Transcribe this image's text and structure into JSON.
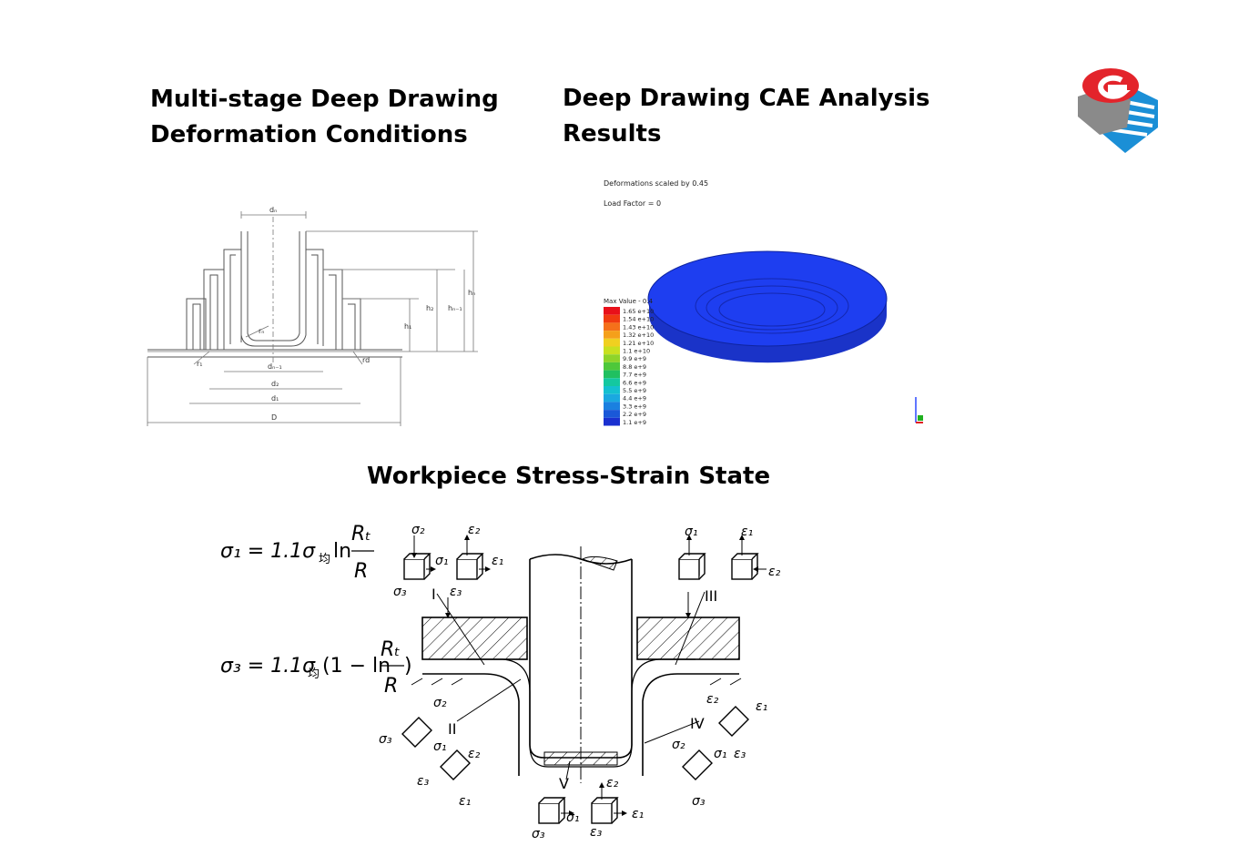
{
  "titles": {
    "multistage_line1": "Multi-stage Deep Drawing",
    "multistage_line2": "Deformation Conditions",
    "cae": "Deep Drawing CAE Analysis Results",
    "stress": "Workpiece Stress-Strain State"
  },
  "drawing": {
    "dim_dn": "dₙ",
    "dim_dn1": "dₙ₋₁",
    "dim_d2": "d₂",
    "dim_d1": "d₁",
    "dim_D": "D",
    "dim_h1": "h₁",
    "dim_h2": "h₂",
    "dim_hn1": "hₙ₋₁",
    "dim_hn": "hₙ",
    "dim_rn": "rₙ",
    "dim_r1": "r₁",
    "dim_rd": "rd"
  },
  "cae": {
    "header_line1": "Deformations scaled by 0.45",
    "header_line2": "Load Factor = 0",
    "legend_title": "Max Value - 0.4",
    "legend_values": [
      "1.65 e+10",
      "1.54 e+10",
      "1.43 e+10",
      "1.32 e+10",
      "1.21 e+10",
      "1.1 e+10",
      "9.9 e+9",
      "8.8 e+9",
      "7.7 e+9",
      "6.6 e+9",
      "5.5 e+9",
      "4.4 e+9",
      "3.3 e+9",
      "2.2 e+9",
      "1.1 e+9"
    ],
    "legend_colors": [
      "#e8101a",
      "#f03a10",
      "#f5701a",
      "#f5a01a",
      "#f0d020",
      "#c8e020",
      "#8ed42a",
      "#4ec83a",
      "#20c060",
      "#14c8a0",
      "#14c0d0",
      "#1aa8e0",
      "#1a80e0",
      "#1a58d8",
      "#1a30d0"
    ],
    "model_color": "#1e3ef0"
  },
  "formulas": {
    "sigma1_lhs": "σ₁ = 1.1σ",
    "sigma1_sub": "均",
    "sigma1_ln": "ln",
    "sigma1_num": "Rₜ",
    "sigma1_den": "R",
    "sigma3_lhs": "σ₃ = 1.1σ",
    "sigma3_sub": "均",
    "sigma3_mid": "(1 − ln",
    "sigma3_num": "Rₜ",
    "sigma3_den": "R",
    "sigma3_close": ")"
  },
  "stress": {
    "zone_I": "I",
    "zone_II": "II",
    "zone_III": "III",
    "zone_IV": "IV",
    "zone_V": "V",
    "s1": "σ₁",
    "s2": "σ₂",
    "s3": "σ₃",
    "e1": "ε₁",
    "e2": "ε₂",
    "e3": "ε₃"
  },
  "colors": {
    "logo_red": "#e3242b",
    "logo_blue": "#1b8fd6",
    "logo_gray": "#8a8a8a"
  }
}
